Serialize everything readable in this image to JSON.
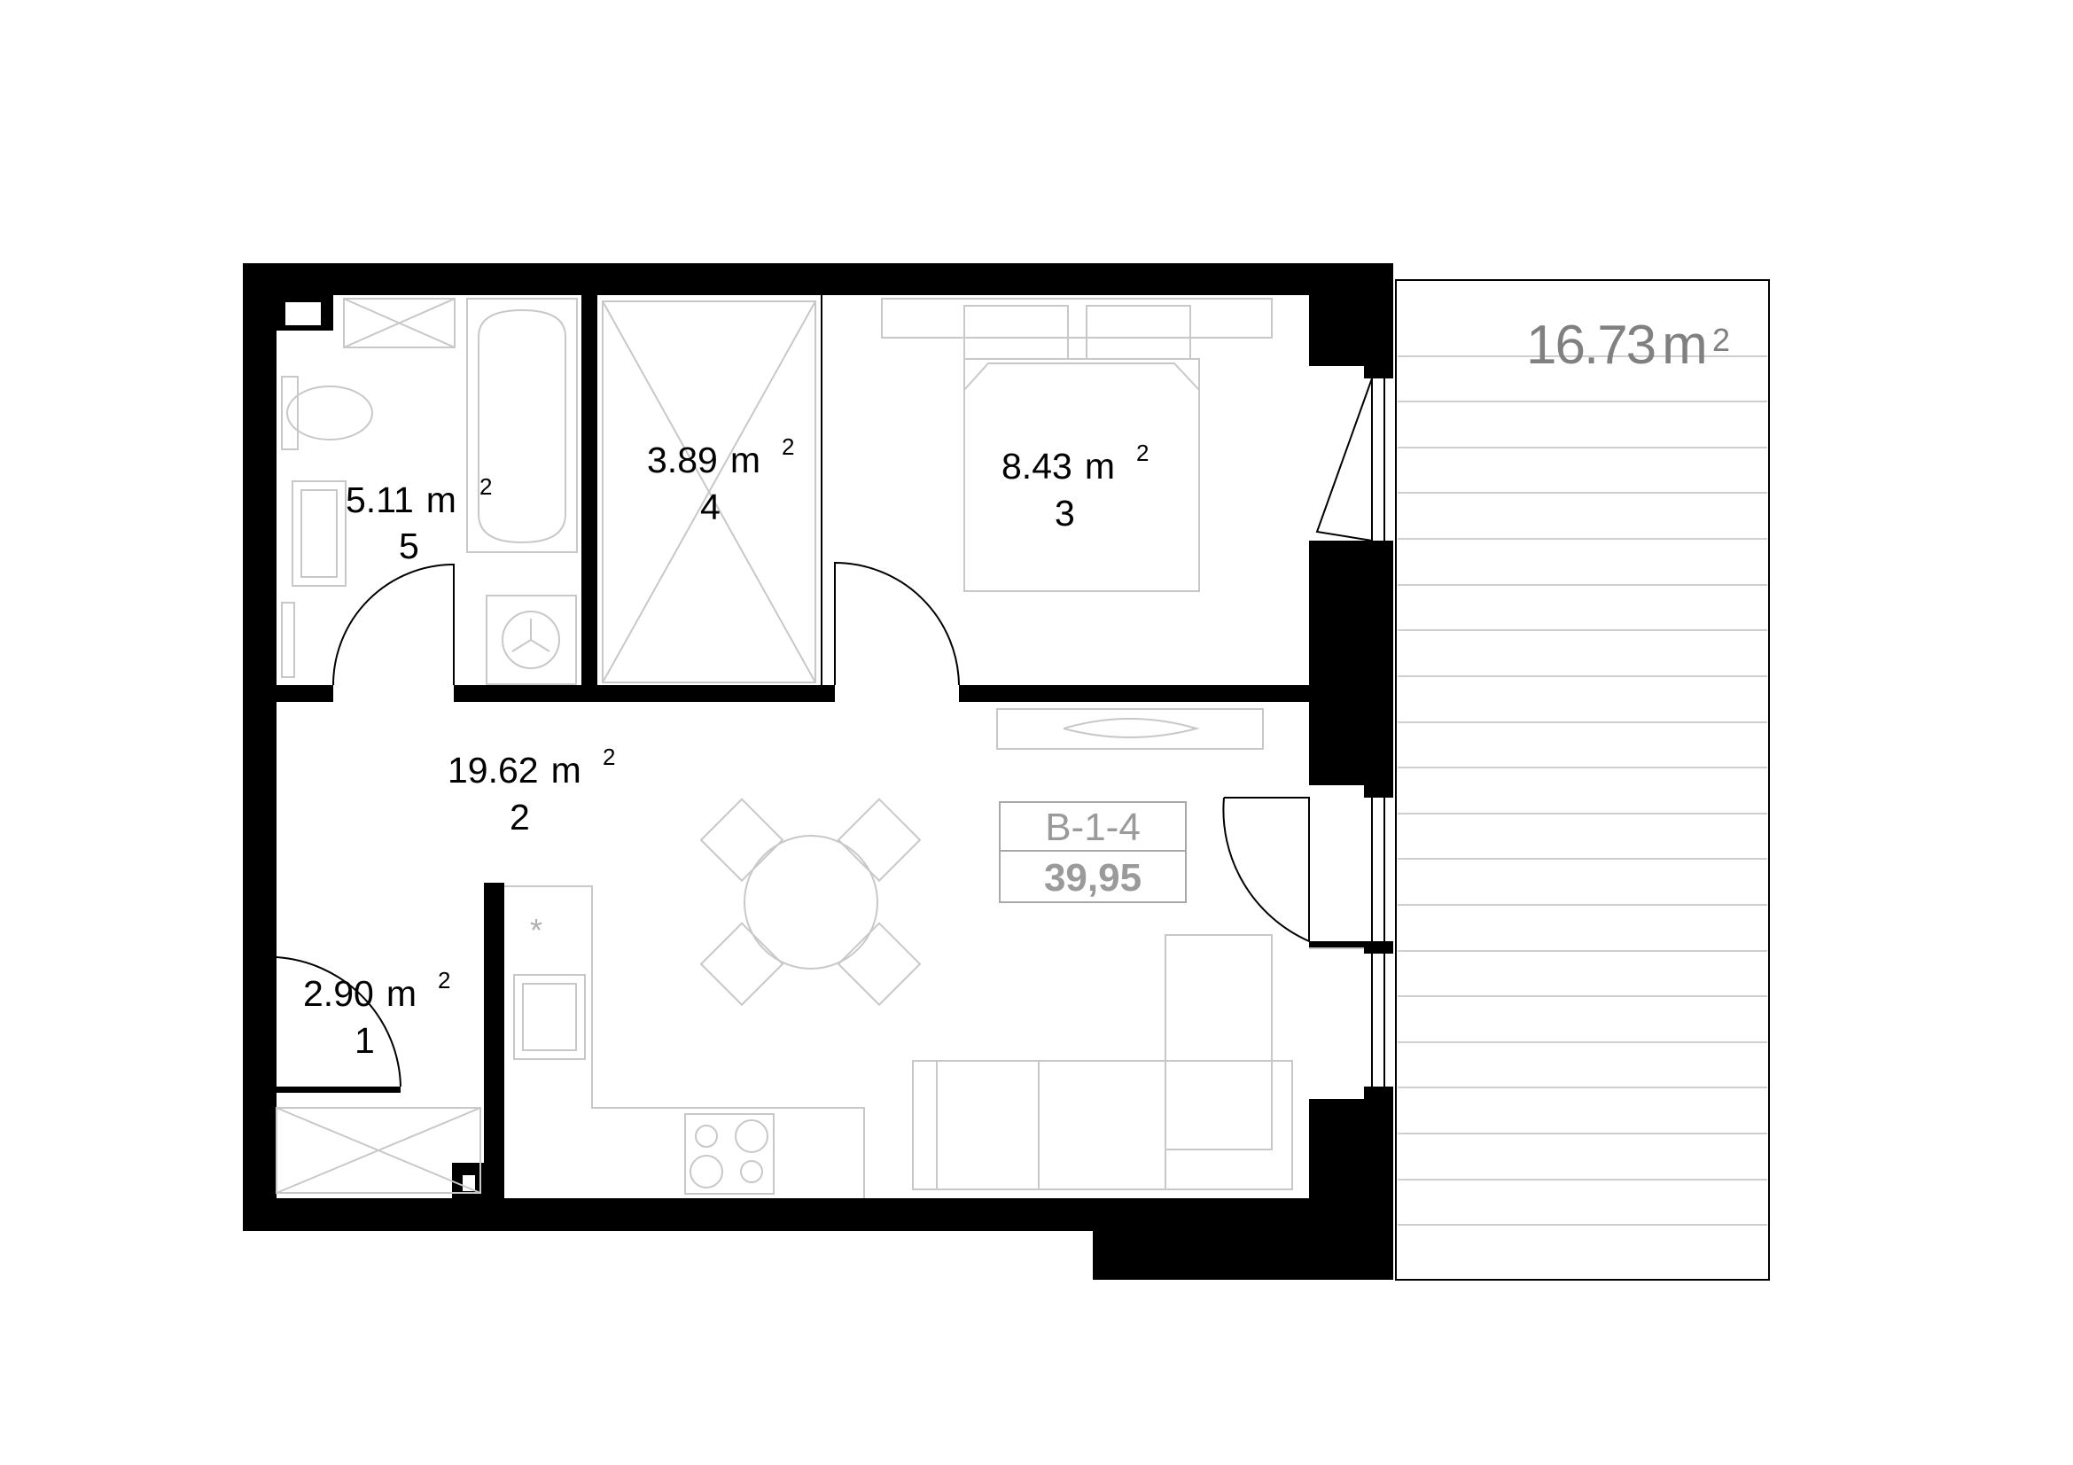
{
  "rooms": [
    {
      "id": "1",
      "area_value": "2.90",
      "area_unit": "m",
      "number": "1"
    },
    {
      "id": "2",
      "area_value": "19.62",
      "area_unit": "m",
      "number": "2"
    },
    {
      "id": "3",
      "area_value": "8.43",
      "area_unit": "m",
      "number": "3"
    },
    {
      "id": "4",
      "area_value": "3.89",
      "area_unit": "m",
      "number": "4"
    },
    {
      "id": "5",
      "area_value": "5.11",
      "area_unit": "m",
      "number": "5"
    }
  ],
  "superscript": "2",
  "balcony": {
    "area_value": "16.73",
    "area_unit": "m"
  },
  "unit": {
    "code": "B-1-4",
    "total_area": "39,95"
  },
  "colors": {
    "wall": "#000000",
    "fixture": "#c8c8c8",
    "label_gray": "#9a9a9a"
  }
}
